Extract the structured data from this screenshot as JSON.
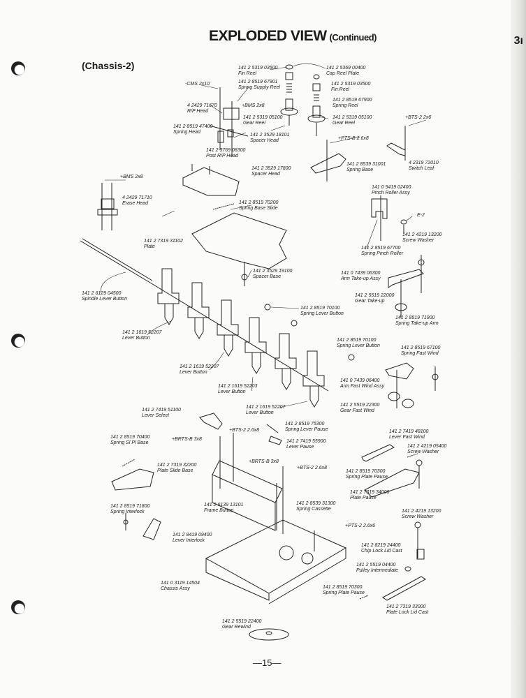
{
  "header": {
    "title": "EXPLODED VIEW",
    "subtitle": "(Continued)",
    "section": "(Chassis-2)"
  },
  "page_number": "—15—",
  "edge_text": "3ı",
  "parts": [
    {
      "number": "141 2 5319 03500",
      "name": "Fin Reel"
    },
    {
      "number": "141 2 5369 00400",
      "name": "Cap Reel Plate"
    },
    {
      "number": "141 2 8519 67901",
      "name": "Spring Supply Reel"
    },
    {
      "number": "",
      "name": "-CMS 2x10"
    },
    {
      "number": "141 2 5319 03500",
      "name": "Fin Reel"
    },
    {
      "number": "",
      "name": "+BMS 2x8"
    },
    {
      "number": "4 2429 71670",
      "name": "R/P Head"
    },
    {
      "number": "141 2 8519 67900",
      "name": "Spring Reel"
    },
    {
      "number": "141 2 5319 05100",
      "name": "Gear Reel"
    },
    {
      "number": "141 2 5319 05100",
      "name": "Gear Reel"
    },
    {
      "number": "",
      "name": "+BTS-2 2x6"
    },
    {
      "number": "141 2 8519 47400",
      "name": "Spring Head"
    },
    {
      "number": "141 2 3529 18101",
      "name": "Spacer Head"
    },
    {
      "number": "",
      "name": "+PTS-B 2.6x8"
    },
    {
      "number": "141 2 3769 08300",
      "name": "Post R/P Head"
    },
    {
      "number": "141 2 8539 31001",
      "name": "Spring Base"
    },
    {
      "number": "4 2319 72010",
      "name": "Switch Leaf"
    },
    {
      "number": "141 2 3529 17800",
      "name": "Spacer Head"
    },
    {
      "number": "",
      "name": "+BMS 2x8"
    },
    {
      "number": "141 0 5419 02400",
      "name": "Pinch Roller Assy"
    },
    {
      "number": "4 2429 71710",
      "name": "Erase Head"
    },
    {
      "number": "141 2 8519 70200",
      "name": "Spring Base Slide"
    },
    {
      "number": "",
      "name": "E-2"
    },
    {
      "number": "141 2 4219 13200",
      "name": "Screw Washer"
    },
    {
      "number": "141 2 7319 31102",
      "name": "Plate"
    },
    {
      "number": "141 2 8519 67700",
      "name": "Spring Pinch Roller"
    },
    {
      "number": "141 2 3529 19100",
      "name": "Spacer Base"
    },
    {
      "number": "141 0 7439 06300",
      "name": "Arm Take-up Assy"
    },
    {
      "number": "141 2 6129 04500",
      "name": "Spindle Lever Button"
    },
    {
      "number": "141 2 5519 22000",
      "name": "Gear Take-up"
    },
    {
      "number": "141 2 8519 70100",
      "name": "Spring Lever Button"
    },
    {
      "number": "141 2 8519 71900",
      "name": "Spring Take-up Arm"
    },
    {
      "number": "141 2 1619 52207",
      "name": "Lever Button"
    },
    {
      "number": "141 2 8519 70100",
      "name": "Spring Lever Button"
    },
    {
      "number": "141 2 8519 67100",
      "name": "Spring Fast Wind"
    },
    {
      "number": "141 2 1619 52207",
      "name": "Lever Button"
    },
    {
      "number": "141 0 7439 06400",
      "name": "Arm Fast Wind Assy"
    },
    {
      "number": "141 2 1619 52203",
      "name": "Lever Button"
    },
    {
      "number": "141 2 5519 22300",
      "name": "Gear Fast Wind"
    },
    {
      "number": "141 2 1619 52207",
      "name": "Lever Button"
    },
    {
      "number": "141 2 7419 51100",
      "name": "Lever Select"
    },
    {
      "number": "141 2 8519 75300",
      "name": "Spring Lever Pause"
    },
    {
      "number": "",
      "name": "+BTS-2 2.6x8"
    },
    {
      "number": "141 2 7419 48100",
      "name": "Lever Fast Wind"
    },
    {
      "number": "141 2 8519 70400",
      "name": "Spring Sl Pl Base"
    },
    {
      "number": "",
      "name": "+BRTS-B 3x8"
    },
    {
      "number": "141 2 7419 55900",
      "name": "Lever Pause"
    },
    {
      "number": "141 2 4219 05400",
      "name": "Screw Washer"
    },
    {
      "number": "",
      "name": "+BRTS-B 3x8"
    },
    {
      "number": "",
      "name": "+BTS-2 2.6x8"
    },
    {
      "number": "141 2 7319 32200",
      "name": "Plate Slide Base"
    },
    {
      "number": "141 2 8519 70300",
      "name": "Spring Plate Pause"
    },
    {
      "number": "141 2 7319 34000",
      "name": "Plate Pause"
    },
    {
      "number": "141 2 8519 71800",
      "name": "Spring Interlock"
    },
    {
      "number": "141 2 6139 13101",
      "name": "Frame Button"
    },
    {
      "number": "141 2 8539 31300",
      "name": "Spring Cassette"
    },
    {
      "number": "141 2 4219 13200",
      "name": "Screw Washer"
    },
    {
      "number": "",
      "name": "+PTS-2 2.6x6"
    },
    {
      "number": "141 2 8419 09400",
      "name": "Lever Interlock"
    },
    {
      "number": "141 2 8219 24400",
      "name": "Chip Lock Lid Cast"
    },
    {
      "number": "141 2 5519 04400",
      "name": "Pulley Intermediate"
    },
    {
      "number": "141 0 3119 14504",
      "name": "Chassis Assy"
    },
    {
      "number": "141 2 8519 70300",
      "name": "Spring Plate Pause"
    },
    {
      "number": "141 2 7319 33000",
      "name": "Plate Lock Lid Cast"
    },
    {
      "number": "141 2 5519 22400",
      "name": "Gear Rewind"
    }
  ]
}
